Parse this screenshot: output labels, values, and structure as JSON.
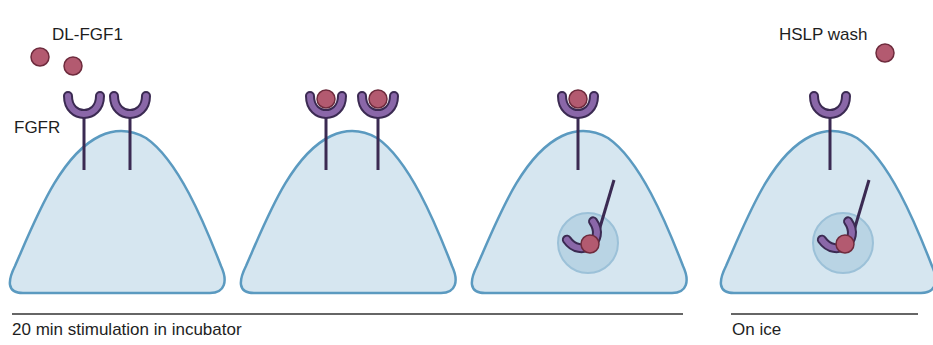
{
  "diagram": {
    "labels": [
      "DL-FGF1",
      "FGFR",
      "HSLP wash",
      "20 min stimulation in incubator",
      "On ice"
    ]
  }
}
